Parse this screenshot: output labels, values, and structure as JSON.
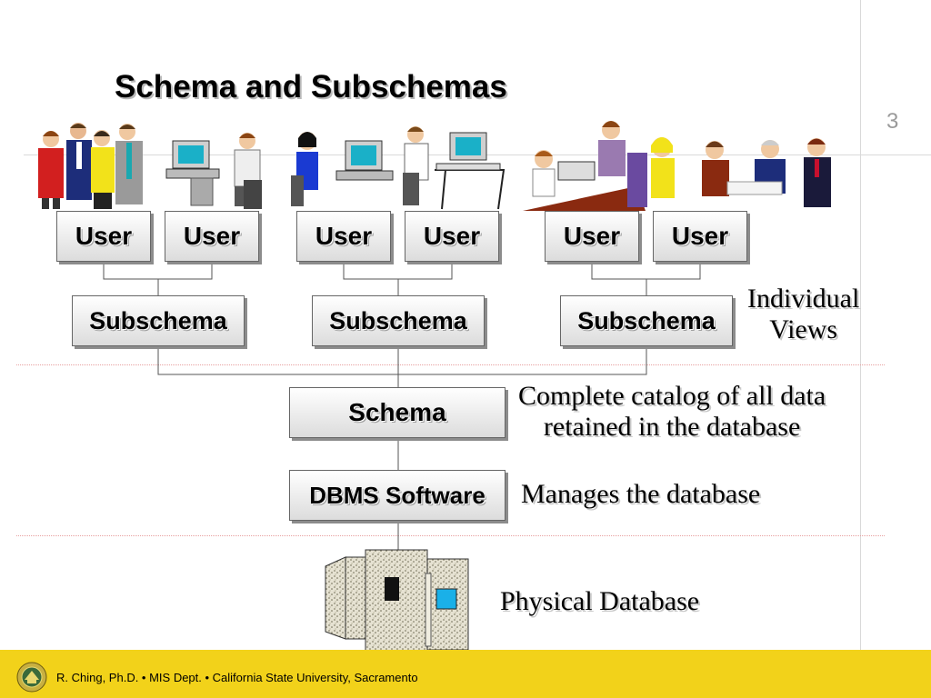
{
  "slide": {
    "title": "Schema and Subschemas",
    "number": "3"
  },
  "users": [
    "User",
    "User",
    "User",
    "User",
    "User",
    "User"
  ],
  "subschemas": [
    "Subschema",
    "Subschema",
    "Subschema"
  ],
  "schema_label": "Schema",
  "dbms_label": "DBMS Software",
  "annotations": {
    "individual_views": [
      "Individual",
      "Views"
    ],
    "complete_catalog": [
      "Complete catalog of all data",
      "retained in the database"
    ],
    "manages": "Manages the database",
    "physical": "Physical Database"
  },
  "footer": {
    "text": "R. Ching, Ph.D. • MIS Dept.  • California State University, Sacramento"
  },
  "icons": [
    "people-group-icon",
    "computer-user-icon",
    "meeting-group-icon",
    "database-server-icon",
    "university-seal-icon"
  ],
  "colors": {
    "footer_bar": "#f2d21a",
    "slide_number": "#9a9a9a"
  }
}
